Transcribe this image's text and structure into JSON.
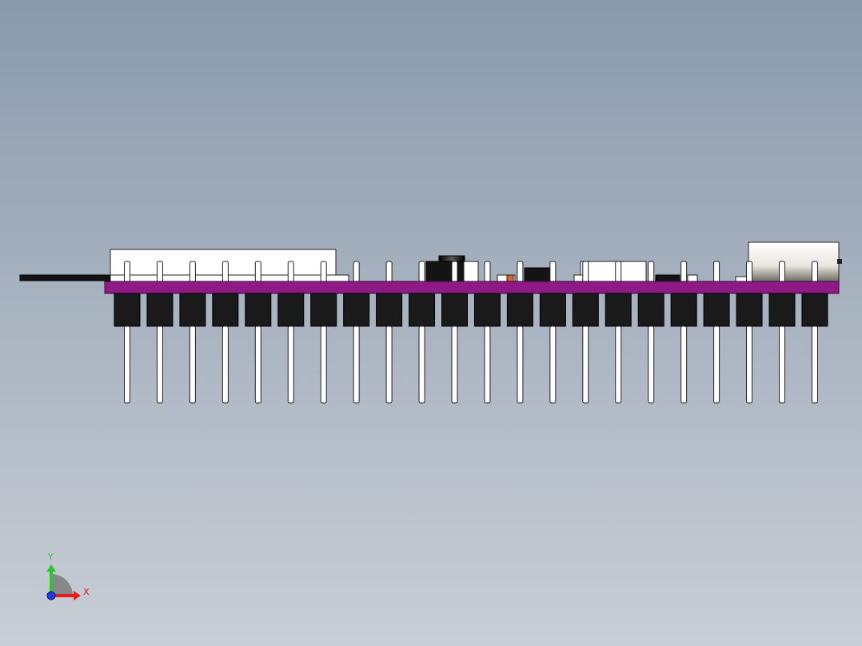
{
  "viewport": {
    "background_top": "#8a9aac",
    "background_bottom": "#c9ced6"
  },
  "model": {
    "board_color": "#8e1a86",
    "header_color": "#1a1a1a",
    "pin_color": "#ffffff",
    "component_white": "#ffffff",
    "component_dark": "#141414",
    "accent_orange": "#e0602a",
    "pin_count": 22
  },
  "triad": {
    "x_label": "X",
    "y_label": "Y",
    "x_color": "#e81c1c",
    "y_color": "#2ec42e",
    "z_color": "#1c3ce8"
  }
}
